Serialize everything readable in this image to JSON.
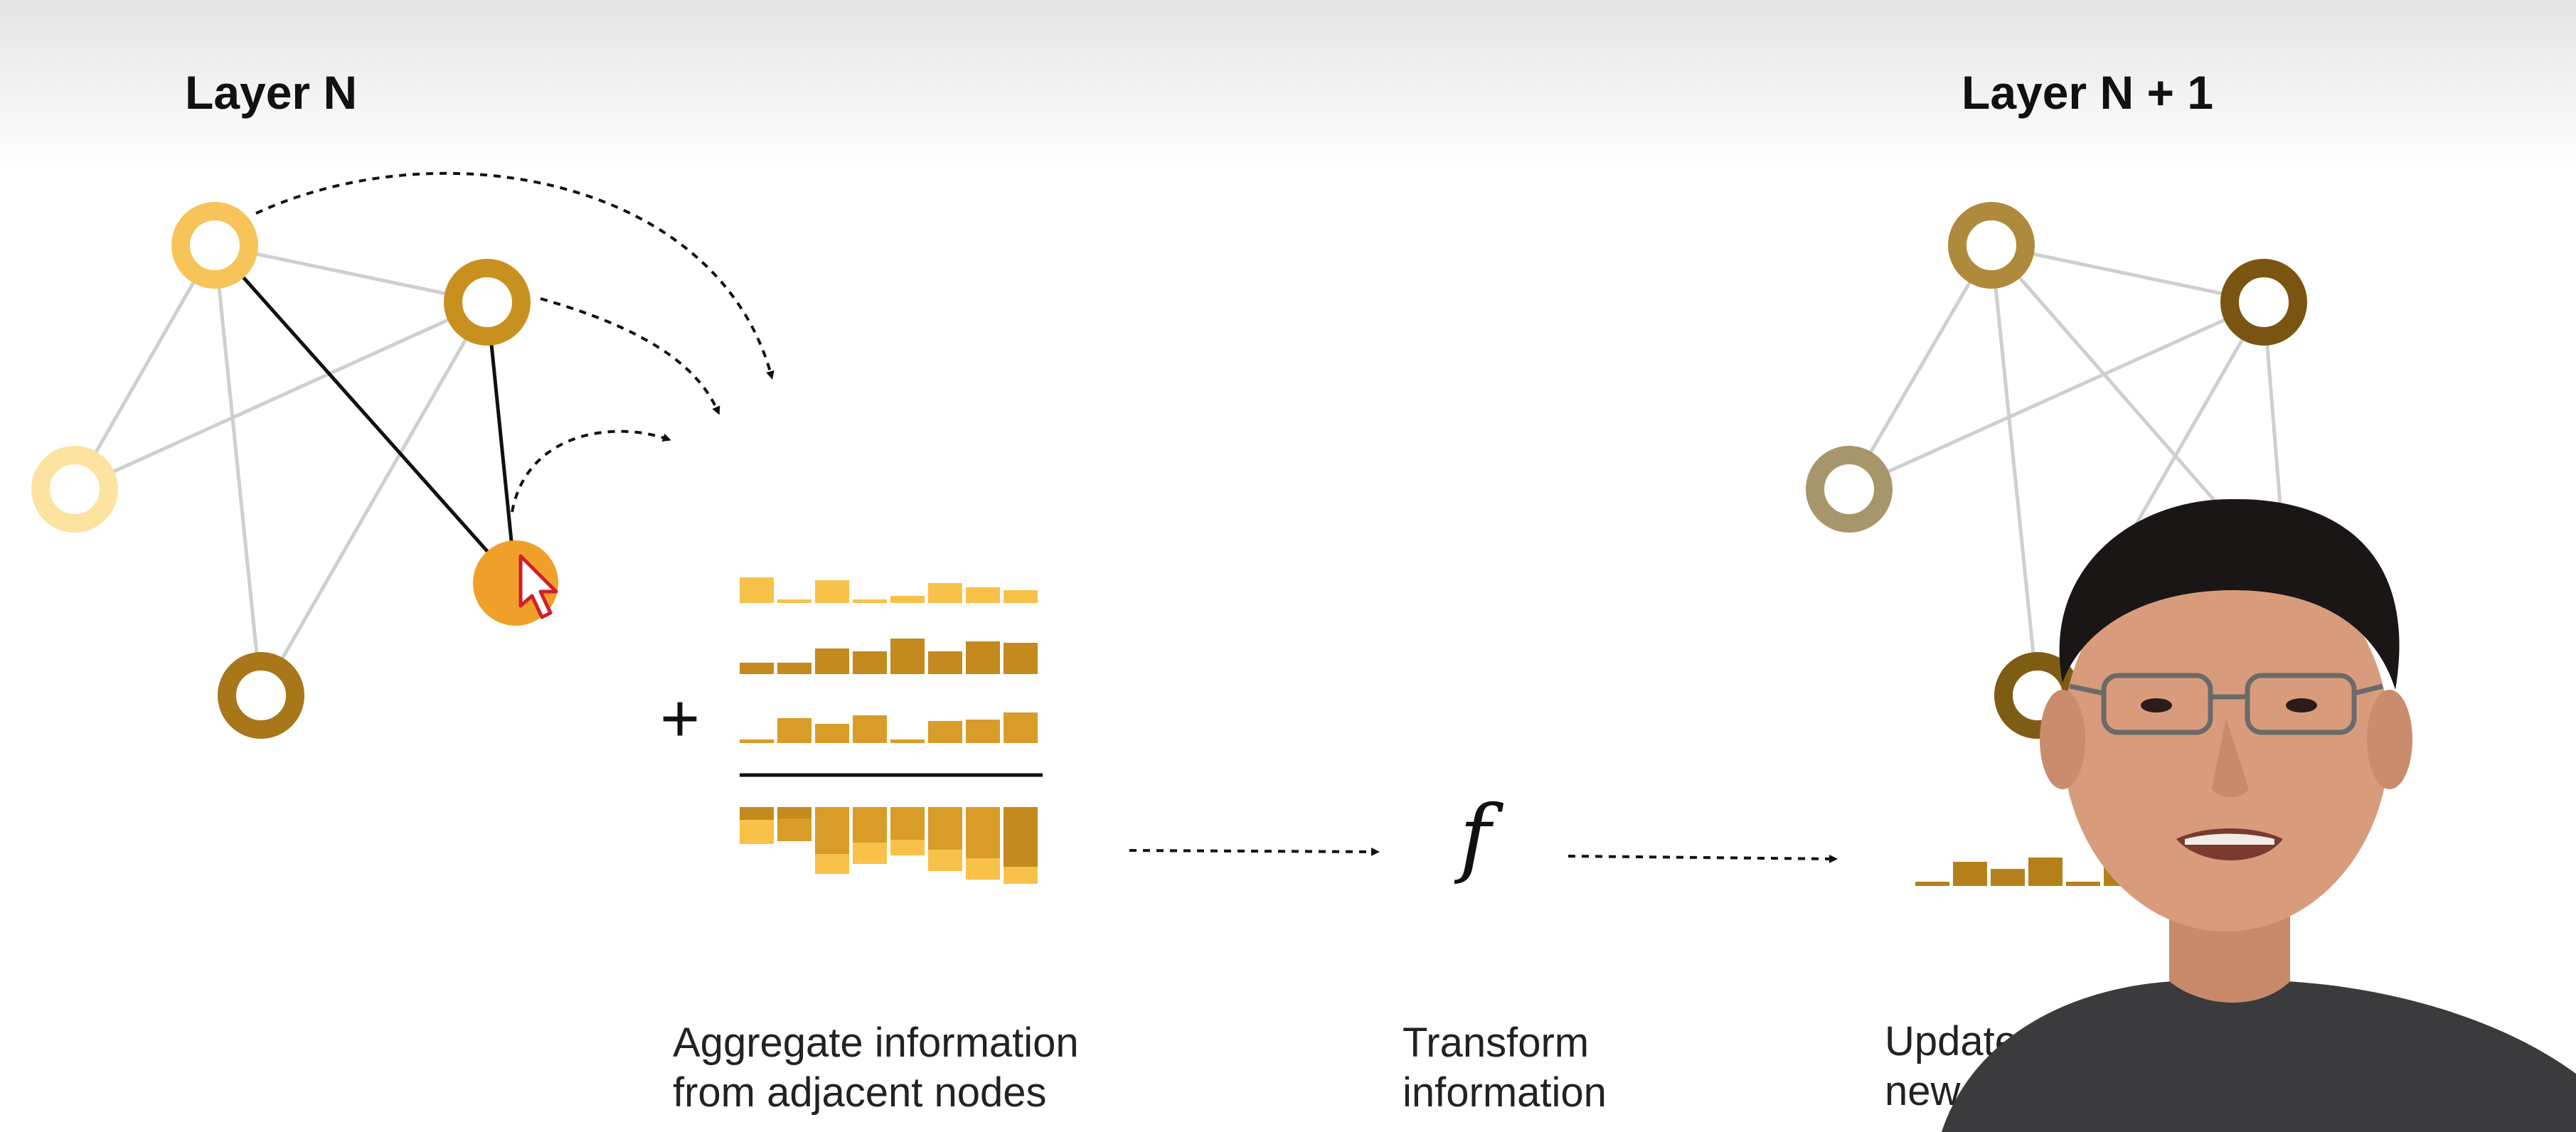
{
  "layer_left_title": "Layer N",
  "layer_right_title": "Layer N + 1",
  "captions": {
    "aggregate": [
      "Aggregate information",
      "from adjacent nodes"
    ],
    "transform": [
      "Transform",
      "information"
    ],
    "update": [
      "Update",
      "new"
    ]
  },
  "function_symbol": "f",
  "plus_symbol": "+",
  "colors": {
    "node_light": "#fde3a0",
    "node_yellow": "#f7c45a",
    "node_orange": "#c8901e",
    "node_dark": "#a8771a",
    "node_active": "#f0a02a",
    "right_node_1": "#b08a3c",
    "right_node_2": "#7a5512",
    "right_node_3": "#a7956c",
    "right_node_4": "#7f5c14",
    "bar_light": "#f8c14a",
    "bar_mid": "#d99c28",
    "bar_dark": "#c48a1e",
    "edge_gray": "#cfcfcf",
    "edge_black": "#111111"
  },
  "icons": [
    "mouse-cursor-icon"
  ]
}
